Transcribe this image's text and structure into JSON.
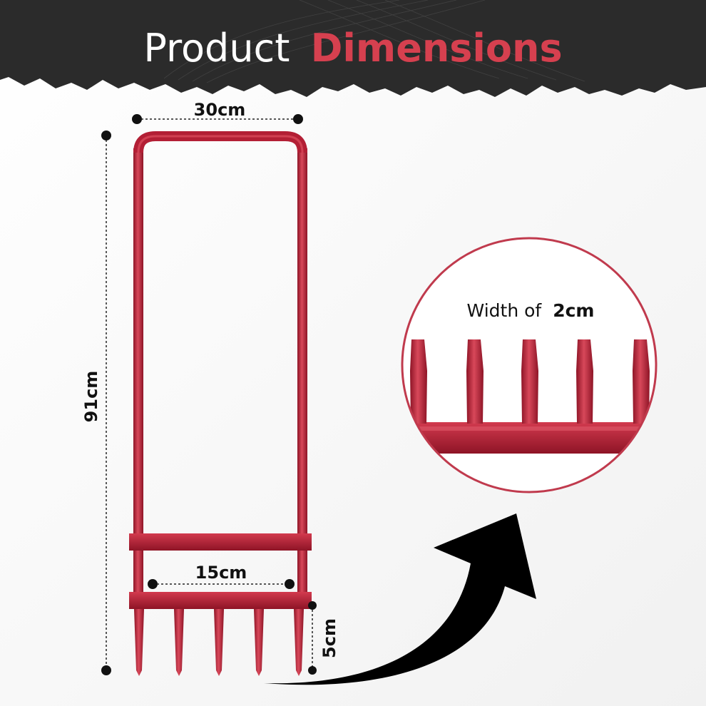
{
  "header": {
    "title_regular": "Product",
    "title_bold": "Dimensions"
  },
  "dimensions": {
    "width_label": "30cm",
    "height_label": "91cm",
    "inner_width_label": "15cm",
    "tine_length_label": "5cm"
  },
  "inset": {
    "caption_prefix": "Width of",
    "caption_value": "2cm"
  },
  "colors": {
    "header_bg": "#2b2b2b",
    "accent": "#d6404f",
    "product_red": "#b31f35",
    "text": "#111111"
  }
}
